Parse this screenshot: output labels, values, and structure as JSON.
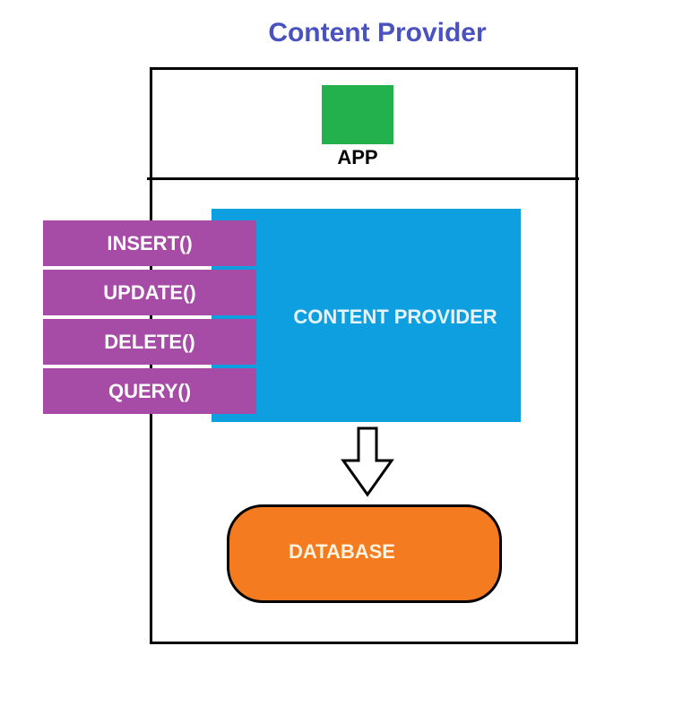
{
  "title": "Content Provider",
  "app": {
    "label": "APP",
    "color": "#22b14c"
  },
  "content_provider": {
    "label": "CONTENT PROVIDER",
    "color": "#0d9fe0"
  },
  "methods": [
    {
      "label": "INSERT()"
    },
    {
      "label": "UPDATE()"
    },
    {
      "label": "DELETE()"
    },
    {
      "label": "QUERY()"
    }
  ],
  "methods_color": "#a64ca6",
  "database": {
    "label": "DATABASE",
    "color": "#f47b20"
  },
  "title_color": "#4a52c0",
  "arrow_icon": "down-arrow-icon"
}
